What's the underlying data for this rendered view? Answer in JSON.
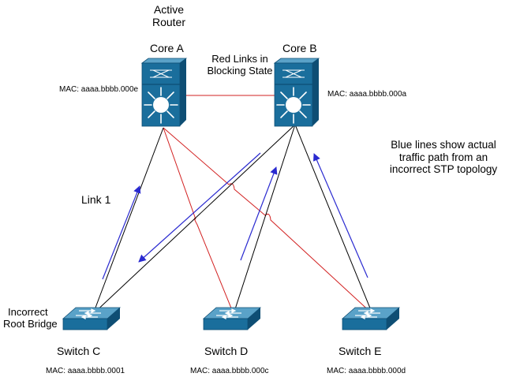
{
  "labels": {
    "active_router": [
      "Active",
      "Router"
    ],
    "red_links": [
      "Red Links in",
      "Blocking State"
    ],
    "blue_lines": [
      "Blue lines show actual",
      "traffic path from an",
      "incorrect STP topology"
    ],
    "link1": "Link 1",
    "incorrect_root": [
      "Incorrect",
      "Root Bridge"
    ]
  },
  "devices": {
    "core_a": {
      "name": "Core A",
      "mac": "MAC: aaaa.bbbb.000e",
      "icon": "layer3-switch-icon"
    },
    "core_b": {
      "name": "Core B",
      "mac": "MAC: aaaa.bbbb.000a",
      "icon": "layer3-switch-icon"
    },
    "switch_c": {
      "name": "Switch C",
      "mac": "MAC: aaaa.bbbb.0001",
      "icon": "workgroup-switch-icon"
    },
    "switch_d": {
      "name": "Switch D",
      "mac": "MAC: aaaa.bbbb.000c",
      "icon": "workgroup-switch-icon"
    },
    "switch_e": {
      "name": "Switch E",
      "mac": "MAC: aaaa.bbbb.000d",
      "icon": "workgroup-switch-icon"
    }
  },
  "colors": {
    "forwarding_link": "#000000",
    "blocking_link": "#d22020",
    "traffic_arrow": "#2a2ad0",
    "device_face": "#1a6e9c",
    "device_top": "#5aa2c8",
    "device_side": "#0e4e74"
  }
}
